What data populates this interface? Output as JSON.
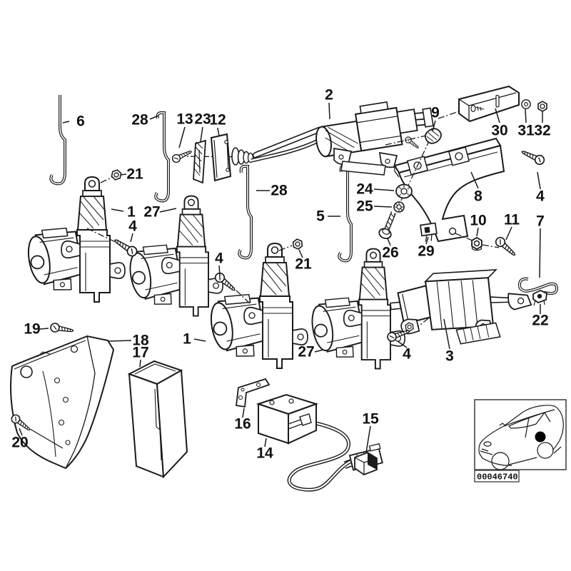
{
  "diagram": {
    "kind": "exploded-parts-diagram",
    "subject": "vehicle central locking system",
    "background_color": "#ffffff",
    "line_color": "#1a1a1a",
    "labels": [
      {
        "text": "6"
      },
      {
        "text": "28"
      },
      {
        "text": "13"
      },
      {
        "text": "23"
      },
      {
        "text": "12"
      },
      {
        "text": "2"
      },
      {
        "text": "9"
      },
      {
        "text": "30"
      },
      {
        "text": "31"
      },
      {
        "text": "32"
      },
      {
        "text": "21"
      },
      {
        "text": "1"
      },
      {
        "text": "27"
      },
      {
        "text": "4"
      },
      {
        "text": "28"
      },
      {
        "text": "5"
      },
      {
        "text": "24"
      },
      {
        "text": "25"
      },
      {
        "text": "26"
      },
      {
        "text": "29"
      },
      {
        "text": "8"
      },
      {
        "text": "4"
      },
      {
        "text": "10"
      },
      {
        "text": "11"
      },
      {
        "text": "7"
      },
      {
        "text": "4"
      },
      {
        "text": "21"
      },
      {
        "text": "1"
      },
      {
        "text": "27"
      },
      {
        "text": "4"
      },
      {
        "text": "3"
      },
      {
        "text": "22"
      },
      {
        "text": "19"
      },
      {
        "text": "18"
      },
      {
        "text": "17"
      },
      {
        "text": "20"
      },
      {
        "text": "16"
      },
      {
        "text": "14"
      },
      {
        "text": "15"
      }
    ],
    "inset": {
      "image_code": "00046740"
    }
  }
}
